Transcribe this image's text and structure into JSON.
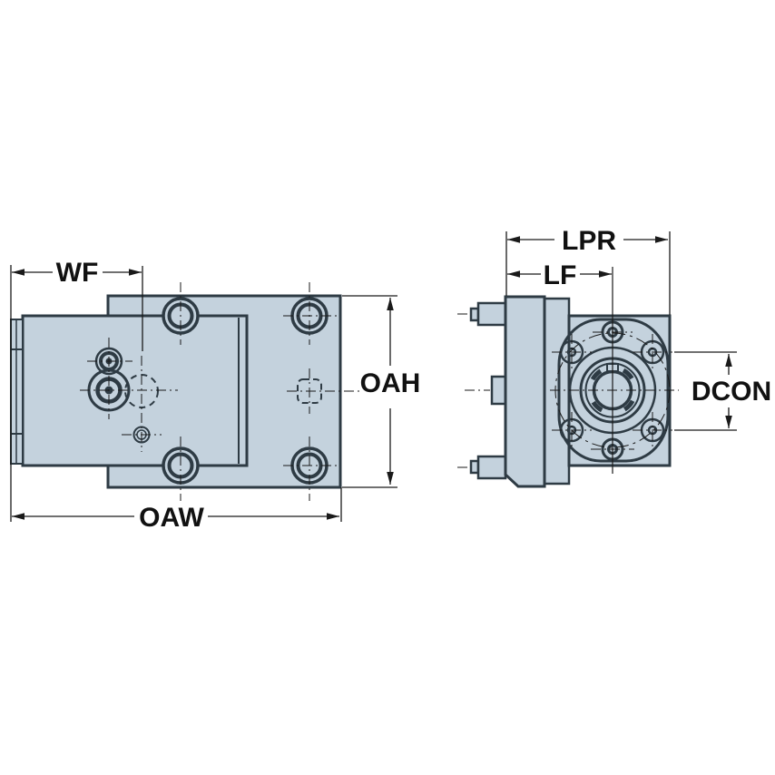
{
  "drawing": {
    "type": "engineering-dimension-drawing",
    "views": {
      "left_view_name": "top-view",
      "right_view_name": "front-view"
    },
    "labels": {
      "wf": "WF",
      "oah": "OAH",
      "oaw": "OAW",
      "lpr": "LPR",
      "lf": "LF",
      "dcon": "DCON"
    },
    "colors": {
      "background": "#ffffff",
      "part_fill": "#c4d2dd",
      "part_outline": "#2e3b44",
      "dimension_line": "#1a1a1a",
      "text": "#111111"
    }
  }
}
